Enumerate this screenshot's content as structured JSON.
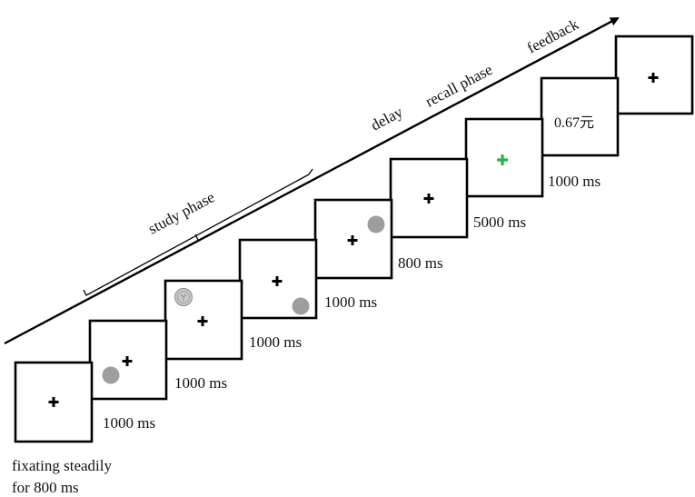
{
  "timeline": {
    "phases": [
      "study phase",
      "delay",
      "recall phase",
      "feedback"
    ],
    "screens": [
      {
        "duration": "fixating steadily",
        "duration_line2": "for 800 ms",
        "content": "fixation-cross"
      },
      {
        "duration": "1000 ms",
        "content": "fixation-cross-with-gray-dot"
      },
      {
        "duration": "1000 ms",
        "content": "fixation-cross-with-coin-dot"
      },
      {
        "duration": "1000 ms",
        "content": "fixation-cross-with-gray-dot"
      },
      {
        "duration": "1000 ms",
        "content": "fixation-cross-with-gray-dot"
      },
      {
        "duration": "800 ms",
        "content": "fixation-cross"
      },
      {
        "duration": "5000 ms",
        "content": "green-fixation-cross"
      },
      {
        "duration": "1000 ms",
        "content": "feedback-amount",
        "text": "0.67元"
      },
      {
        "duration": "",
        "content": "fixation-cross"
      }
    ]
  },
  "colors": {
    "frame": "#000000",
    "dot": "#9e9e9e",
    "green_cross": "#2bb34a"
  }
}
